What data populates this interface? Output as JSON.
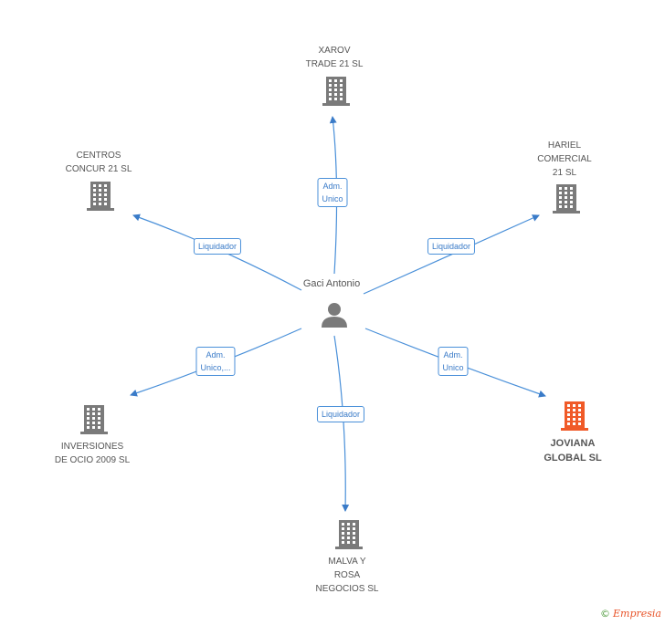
{
  "center": {
    "label": "Gaci Antonio",
    "icon": "person-icon"
  },
  "nodes": [
    {
      "id": "xarov",
      "label": "XAROV\nTRADE 21 SL",
      "icon": "building-icon",
      "color": "#7a7a7a",
      "highlight": false
    },
    {
      "id": "hariel",
      "label": "HARIEL\nCOMERCIAL\n21 SL",
      "icon": "building-icon",
      "color": "#7a7a7a",
      "highlight": false
    },
    {
      "id": "centros",
      "label": "CENTROS\nCONCUR 21 SL",
      "icon": "building-icon",
      "color": "#7a7a7a",
      "highlight": false
    },
    {
      "id": "inversiones",
      "label": "INVERSIONES\nDE OCIO 2009 SL",
      "icon": "building-icon",
      "color": "#7a7a7a",
      "highlight": false
    },
    {
      "id": "malva",
      "label": "MALVA Y\nROSA\nNEGOCIOS SL",
      "icon": "building-icon",
      "color": "#7a7a7a",
      "highlight": false
    },
    {
      "id": "joviana",
      "label": "JOVIANA\nGLOBAL SL",
      "icon": "building-icon",
      "color": "#f05a28",
      "highlight": true
    }
  ],
  "edges": [
    {
      "to": "xarov",
      "label": "Adm.\nUnico"
    },
    {
      "to": "hariel",
      "label": "Liquidador"
    },
    {
      "to": "centros",
      "label": "Liquidador"
    },
    {
      "to": "inversiones",
      "label": "Adm.\nUnico,..."
    },
    {
      "to": "malva",
      "label": "Liquidador"
    },
    {
      "to": "joviana",
      "label": "Adm.\nUnico"
    }
  ],
  "colors": {
    "edge": "#4a90d9",
    "person": "#7a7a7a"
  },
  "brand": {
    "copyright": "©",
    "name": "Empresia"
  }
}
